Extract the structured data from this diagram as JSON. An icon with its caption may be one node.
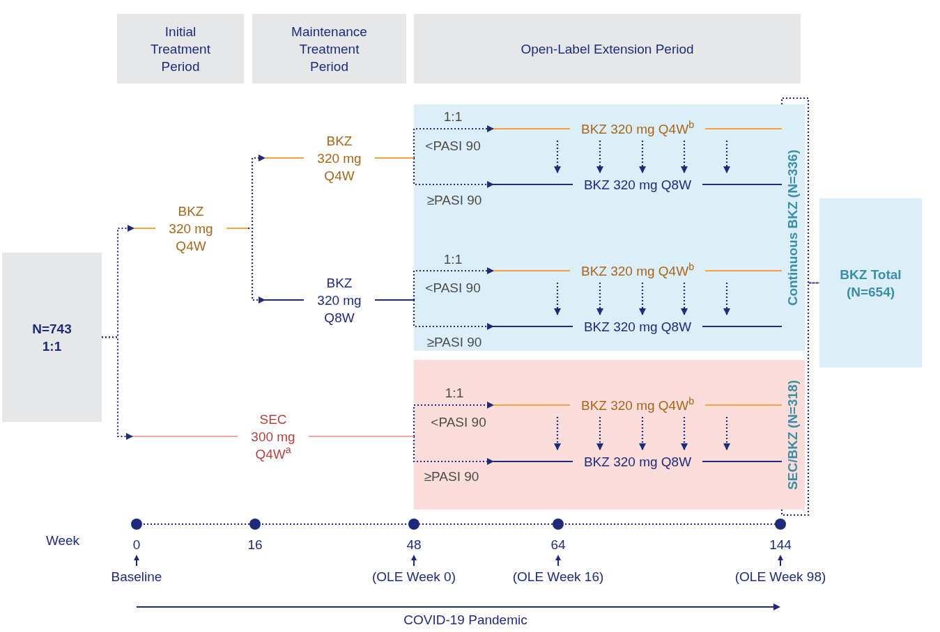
{
  "diagram": {
    "nodes": [
      {
        "text": [
          "Initial Treatment Period"
        ]
      },
      {
        "text": [
          "Maintenance Treatment Period"
        ]
      },
      {
        "text": [
          "Open-Label Extension Period"
        ]
      },
      {
        "text": [
          "N=743",
          "1:1"
        ]
      },
      {
        "text": [
          "BKZ 320 mg Q4W"
        ]
      },
      {
        "text": [
          "BKZ 320 mg Q4W"
        ]
      },
      {
        "text": [
          "BKZ 320 mg Q8W"
        ]
      },
      {
        "text": [
          "SEC 300 mg Q4W$^{a}$"
        ]
      },
      {
        "text": [
          "Continuous BKZ (N=336)"
        ]
      },
      {
        "text": [
          "SEC/BKZ (N=318)"
        ]
      },
      {
        "text": [
          "BKZ Total (N=654)"
        ]
      },
      {
        "text": [
          "BKZ 320 mg Q4W$^{b}$"
        ],
        "in": 8
      },
      {
        "text": [
          "BKZ 320 mg Q8W"
        ],
        "in": 8
      },
      {
        "text": [
          "BKZ 320 mg Q4W$^{b}$"
        ],
        "in": 8
      },
      {
        "text": [
          "BKZ 320 mg Q8W"
        ],
        "in": 8
      },
      {
        "text": [
          "BKZ 320 mg Q4W$^{b}$"
        ],
        "in": 9
      },
      {
        "text": [
          "BKZ 320 mg Q8W"
        ],
        "in": 9
      }
    ],
    "edges": [
      {
        "from": 3,
        "to": 4,
        "arrow": "to"
      },
      {
        "from": 3,
        "to": 7,
        "arrow": "to"
      },
      {
        "from": 4,
        "to": 5,
        "arrow": "to"
      },
      {
        "from": 4,
        "to": 6,
        "arrow": "to"
      },
      {
        "from": 5,
        "to": 11,
        "arrow": "to"
      },
      {
        "from": 5,
        "to": 12,
        "arrow": "to"
      },
      {
        "from": 6,
        "to": 13,
        "arrow": "to"
      },
      {
        "from": 6,
        "to": 14,
        "arrow": "to"
      },
      {
        "from": 7,
        "to": 15,
        "arrow": "to"
      },
      {
        "from": 7,
        "to": 16,
        "arrow": "to"
      },
      {
        "from": 11,
        "to": 12,
        "arrow": "to"
      },
      {
        "from": 11,
        "to": 12,
        "arrow": "to"
      },
      {
        "from": 11,
        "to": 12,
        "arrow": "to"
      },
      {
        "from": 11,
        "to": 12,
        "arrow": "to"
      },
      {
        "from": 11,
        "to": 12,
        "arrow": "to"
      },
      {
        "from": 13,
        "to": 14,
        "arrow": "to"
      },
      {
        "from": 13,
        "to": 14,
        "arrow": "to"
      },
      {
        "from": 13,
        "to": 14,
        "arrow": "to"
      },
      {
        "from": 13,
        "to": 14,
        "arrow": "to"
      },
      {
        "from": 13,
        "to": 14,
        "arrow": "to"
      },
      {
        "from": 15,
        "to": 16,
        "arrow": "to"
      },
      {
        "from": 15,
        "to": 16,
        "arrow": "to"
      },
      {
        "from": 15,
        "to": 16,
        "arrow": "to"
      },
      {
        "from": 15,
        "to": 16,
        "arrow": "to"
      },
      {
        "from": 15,
        "to": 16,
        "arrow": "to"
      },
      {
        "from": 8,
        "to": 10,
        "arrow": "none"
      },
      {
        "from": 9,
        "to": 10,
        "arrow": "none"
      }
    ],
    "labels": [
      "1:1",
      "<PASI 90",
      "≥PASI 90",
      "1:1",
      "<PASI 90",
      "≥PASI 90",
      "1:1",
      "<PASI 90",
      "≥PASI 90",
      "Week",
      "0",
      "16",
      "48",
      "64",
      "144",
      "Baseline",
      "(OLE Week 0)",
      "(OLE Week 16)",
      "(OLE Week 98)",
      "COVID-19 Pandemic"
    ]
  }
}
